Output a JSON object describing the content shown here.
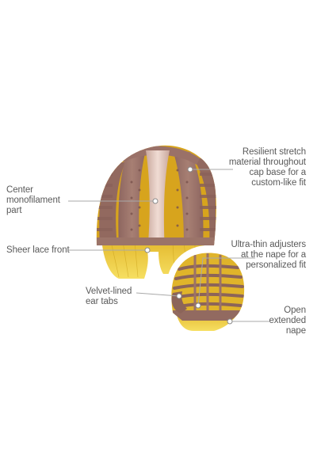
{
  "callouts": {
    "center_part": [
      "Center",
      "monofilament",
      "part"
    ],
    "sheer_lace": [
      "Sheer lace front"
    ],
    "velvet_tabs": [
      "Velvet-lined",
      "ear tabs"
    ],
    "stretch_material": [
      "Resilient stretch",
      "material throughout",
      "cap base for a",
      "custom-like fit"
    ],
    "adjusters": [
      "Ultra-thin adjusters",
      "at the nape for a",
      "personalized fit"
    ],
    "nape": [
      "Open",
      "extended",
      "nape"
    ]
  },
  "colors": {
    "cap_mauve": "#9c7368",
    "cap_dark": "#7e5a55",
    "hair_gold": "#d9a81c",
    "hair_light": "#f2d44a",
    "part_pink": "#e9cfc6",
    "leader_line": "#a9a9a9",
    "text": "#5a5a5a"
  }
}
